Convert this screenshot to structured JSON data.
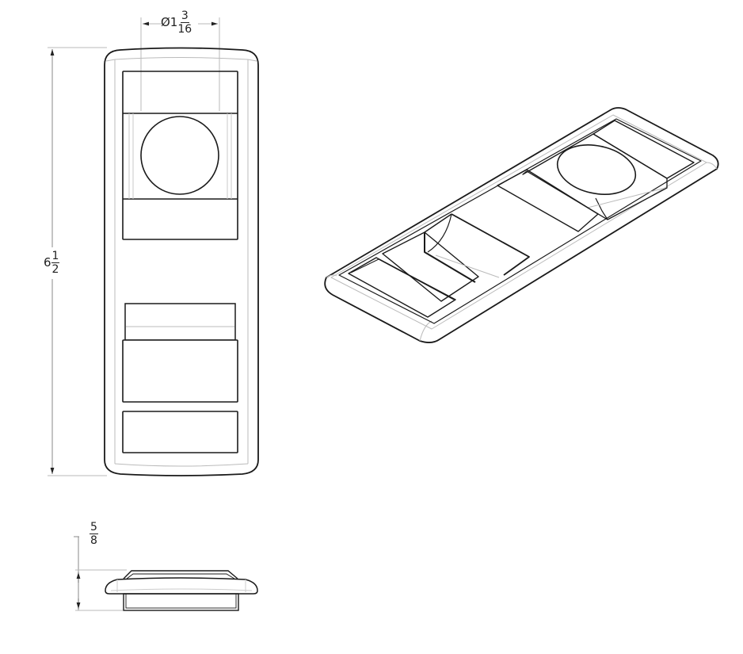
{
  "drawing": {
    "title": "Switch wall plate technical drawing",
    "views": [
      "front",
      "side",
      "isometric"
    ],
    "stroke_color": "#1a1a1a",
    "hidden_line_color": "#b5b5b5",
    "background": "#ffffff"
  },
  "dimensions": {
    "hole_diameter": {
      "prefix": "Ø1",
      "num": "3",
      "den": "16"
    },
    "height": {
      "whole": "6",
      "num": "1",
      "den": "2"
    },
    "depth": {
      "num": "5",
      "den": "8"
    }
  }
}
